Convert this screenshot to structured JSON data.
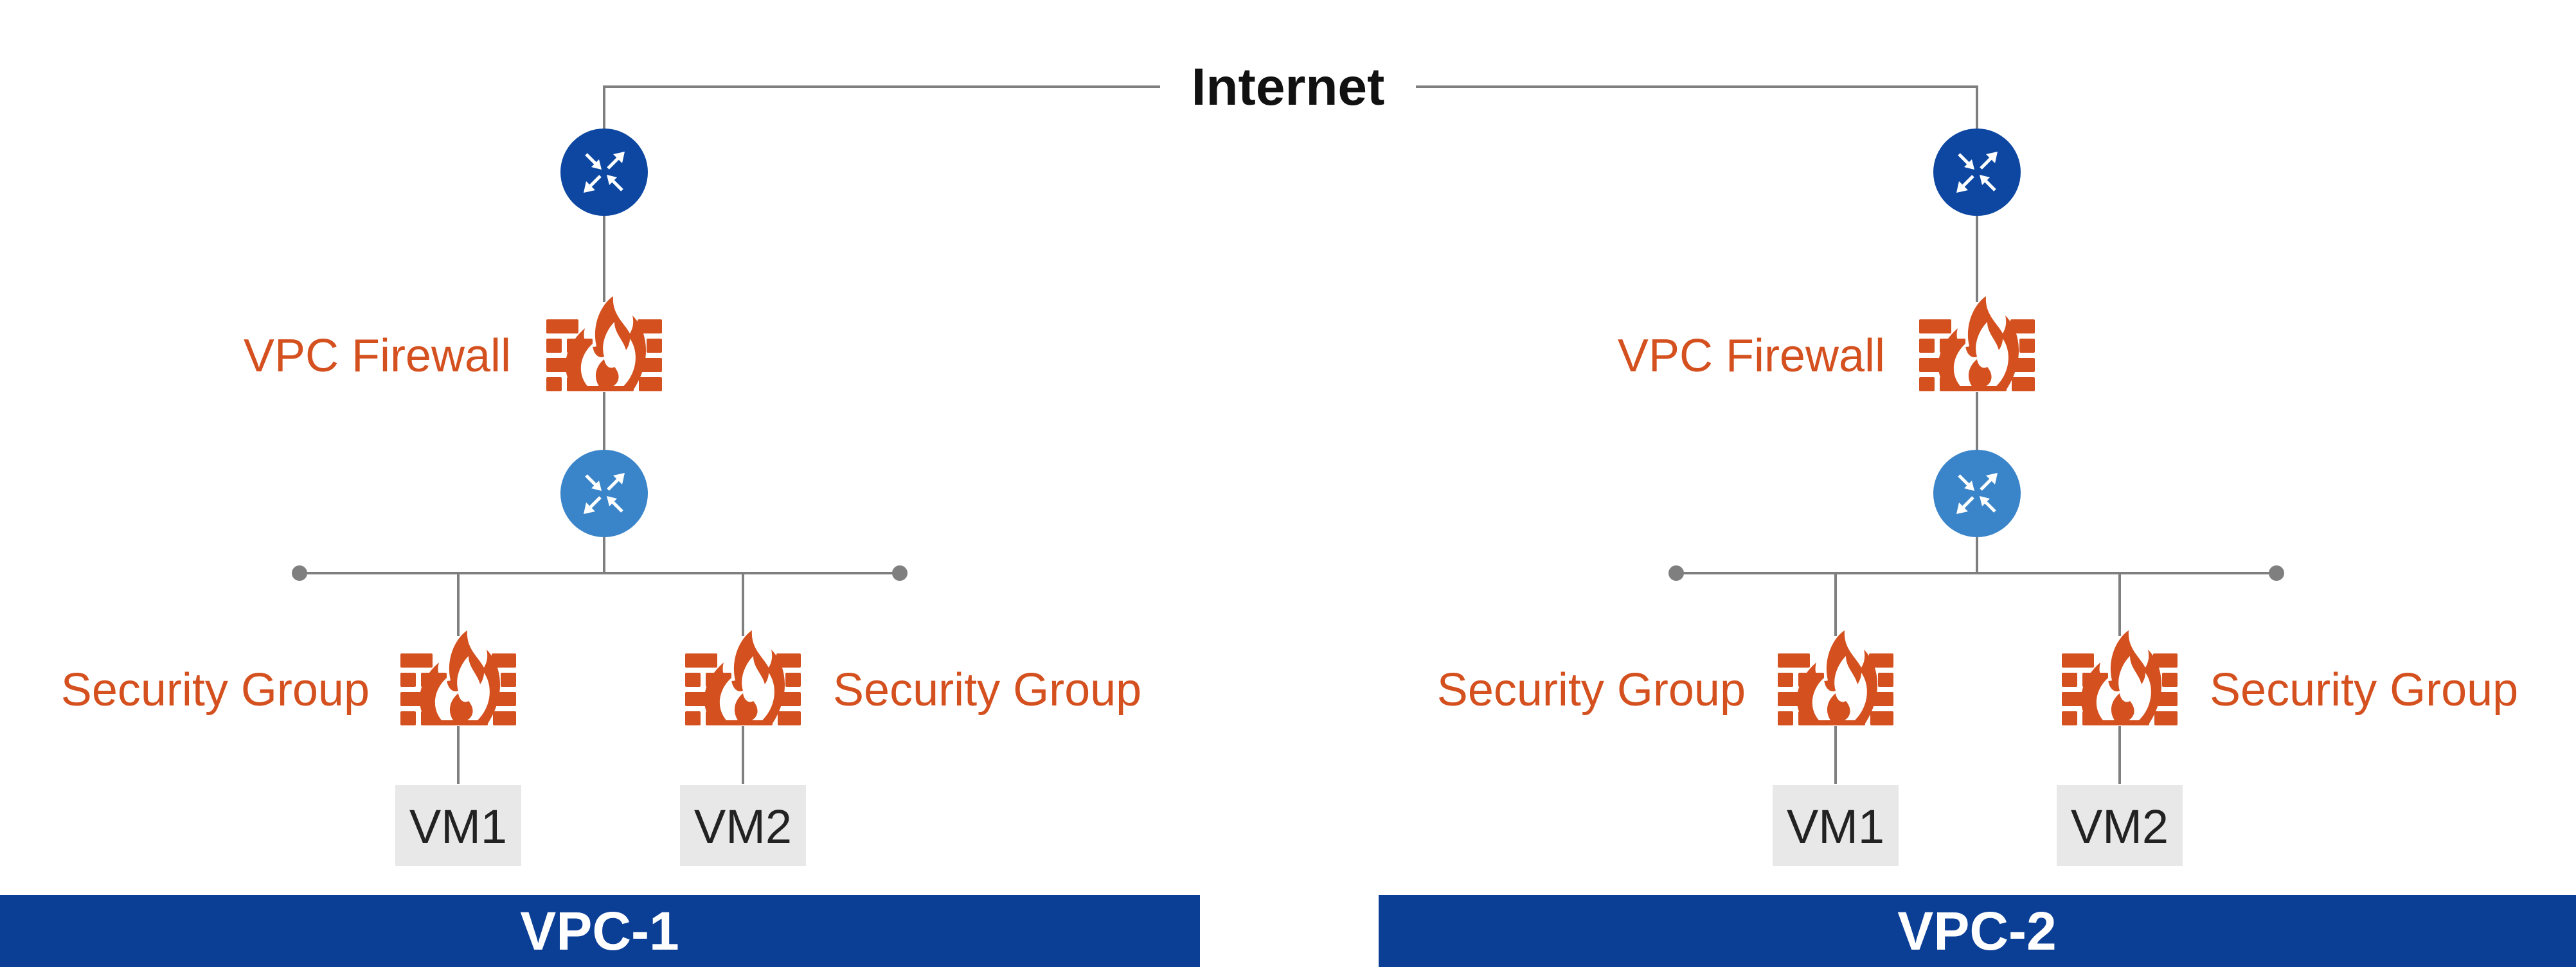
{
  "internet_label": "Internet",
  "vpcs": [
    {
      "label": "VPC-1",
      "firewall_label": "VPC Firewall",
      "security_group_left": "Security Group",
      "security_group_right": "Security Group",
      "vm_left": "VM1",
      "vm_right": "VM2"
    },
    {
      "label": "VPC-2",
      "firewall_label": "VPC Firewall",
      "security_group_left": "Security Group",
      "security_group_right": "Security Group",
      "vm_left": "VM1",
      "vm_right": "VM2"
    }
  ],
  "colors": {
    "dark_router": "#0d47a1",
    "light_router": "#3a85c9",
    "firewall": "#d4501f",
    "vpc_bar": "#0b3f96",
    "vm_box": "#e8e8e8",
    "wire": "#7f7f7f"
  },
  "icons": {
    "router": "router-icon",
    "firewall": "firewall-icon"
  }
}
